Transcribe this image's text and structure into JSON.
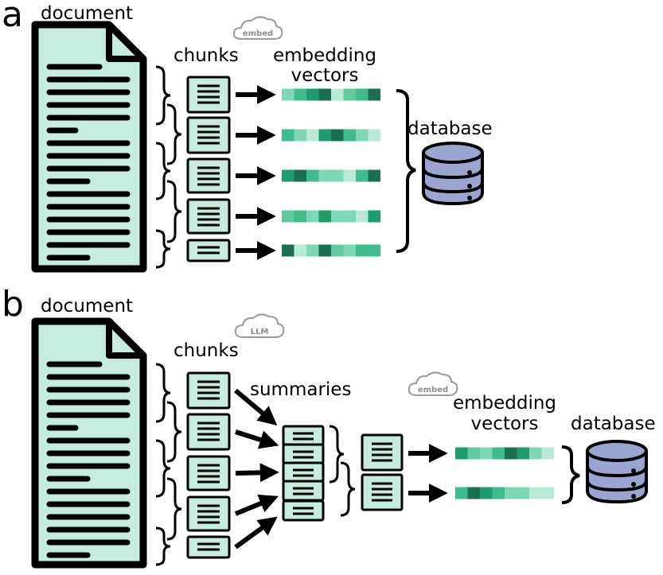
{
  "colors": {
    "doc_fill": "#c5ecdc",
    "stroke": "#000000",
    "db_fill": "#9aa6cf",
    "cloud_stroke": "#9a9a9a",
    "vector_shades": [
      "#7fd8b5",
      "#3dbd8c",
      "#1f9c6c",
      "#1c6e50",
      "#b8ead6",
      "#5fcb9f"
    ]
  },
  "panel_a": {
    "letter": "a",
    "document_label": "document",
    "cloud_label": "embed",
    "chunks_label": "chunks",
    "vectors_label_line1": "embedding",
    "vectors_label_line2": "vectors",
    "database_label": "database",
    "vectors": [
      [
        0,
        1,
        2,
        3,
        4,
        5,
        1,
        3
      ],
      [
        1,
        0,
        4,
        2,
        3,
        1,
        0,
        4
      ],
      [
        2,
        3,
        1,
        0,
        0,
        4,
        1,
        3
      ],
      [
        5,
        1,
        0,
        2,
        0,
        0,
        4,
        2
      ],
      [
        3,
        4,
        0,
        3,
        5,
        0,
        1,
        1
      ]
    ],
    "database_icon": "database-icon"
  },
  "panel_b": {
    "letter": "b",
    "document_label": "document",
    "cloud_label": "LLM",
    "chunks_label": "chunks",
    "summaries_label": "summaries",
    "cloud2_label": "embed",
    "vectors_label_line1": "embedding",
    "vectors_label_line2": "vectors",
    "database_label": "database",
    "vectors": [
      [
        2,
        5,
        0,
        1,
        3,
        2,
        0,
        4
      ],
      [
        1,
        3,
        2,
        1,
        0,
        0,
        4,
        4
      ]
    ],
    "database_icon": "database-icon"
  }
}
